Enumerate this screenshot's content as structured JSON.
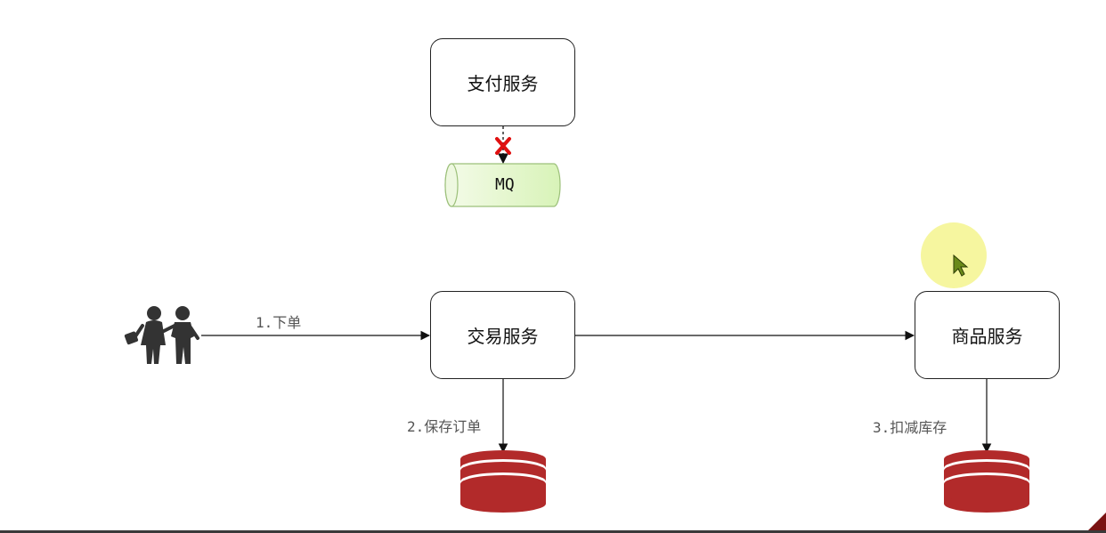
{
  "nodes": {
    "pay": "支付服务",
    "trade": "交易服务",
    "goods": "商品服务",
    "mq": "MQ"
  },
  "edges": {
    "order": "1.下单",
    "save": "2.保存订单",
    "deduct": "3.扣减库存"
  },
  "icons": {
    "users": "users-icon",
    "cross": "red-cross-icon",
    "cursor": "mouse-cursor-icon",
    "db": "database-icon"
  },
  "colors": {
    "mq_fill": "#e3f6c9",
    "db_red": "#b22a2a",
    "cross_red": "#e01010",
    "highlight": "#f6f59a"
  }
}
